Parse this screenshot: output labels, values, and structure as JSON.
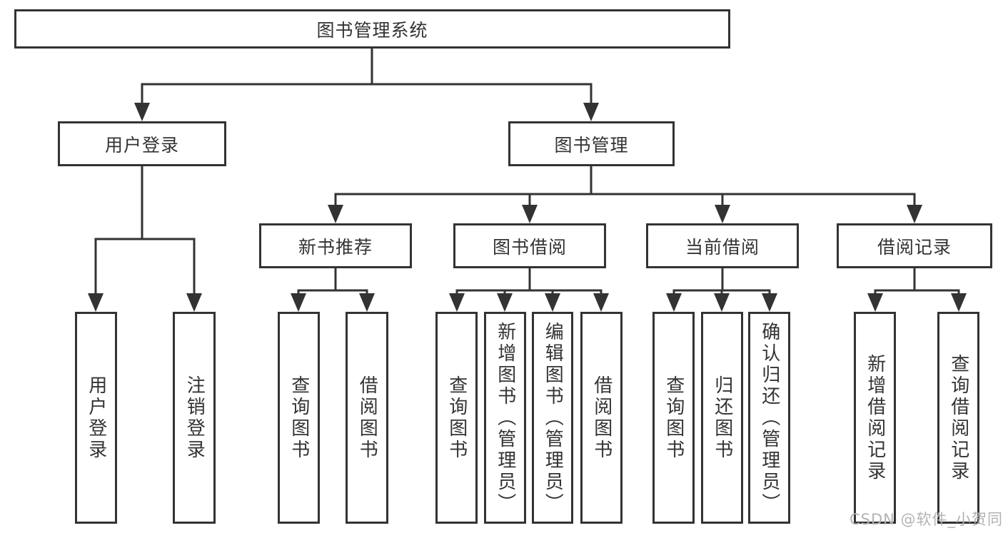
{
  "tree": {
    "label": "图书管理系统",
    "children": [
      {
        "label": "用户登录",
        "children": [
          {
            "label": "用户登录"
          },
          {
            "label": "注销登录"
          }
        ]
      },
      {
        "label": "图书管理",
        "children": [
          {
            "label": "新书推荐",
            "children": [
              {
                "label": "查询图书"
              },
              {
                "label": "借阅图书"
              }
            ]
          },
          {
            "label": "图书借阅",
            "children": [
              {
                "label": "查询图书"
              },
              {
                "label": "新增图书（管理员）"
              },
              {
                "label": "编辑图书（管理员）"
              },
              {
                "label": "借阅图书"
              }
            ]
          },
          {
            "label": "当前借阅",
            "children": [
              {
                "label": "查询图书"
              },
              {
                "label": "归还图书"
              },
              {
                "label": "确认归还（管理员）"
              }
            ]
          },
          {
            "label": "借阅记录",
            "children": [
              {
                "label": "新增借阅记录"
              },
              {
                "label": "查询借阅记录"
              }
            ]
          }
        ]
      }
    ]
  },
  "watermark": "CSDN @软件_小贺同学",
  "colors": {
    "line": "#333333",
    "text": "#333333",
    "box_background": "#ffffff",
    "watermark": "#b3b3b3"
  }
}
